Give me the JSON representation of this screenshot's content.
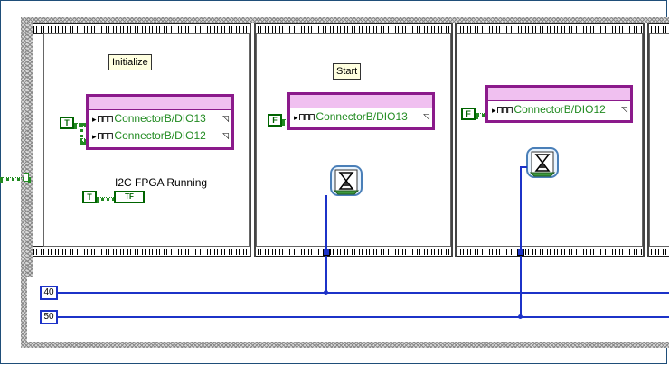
{
  "frames": [
    {
      "label": "Initialize",
      "node_rows": [
        "ConnectorB/DIO13",
        "ConnectorB/DIO12"
      ],
      "bool_constant": "T",
      "indicator_label": "I2C FPGA Running",
      "indicator_glyph": "TF",
      "indicator_bool_constant": "T"
    },
    {
      "label": "Start",
      "node_rows": [
        "ConnectorB/DIO13"
      ],
      "bool_constant": "F",
      "has_wait": true
    },
    {
      "node_rows": [
        "ConnectorB/DIO12"
      ],
      "bool_constant": "F",
      "has_wait": true
    }
  ],
  "numeric_constants": [
    "40",
    "50"
  ],
  "colors": {
    "boolean_wire": "#228b22",
    "numeric_wire": "#1c32c8",
    "fpga_node": "#8b1a8b",
    "label_bg": "#ffffe0"
  },
  "icons": {
    "wait": "hourglass-wait-icon",
    "waveform": "digital-waveform-icon"
  }
}
